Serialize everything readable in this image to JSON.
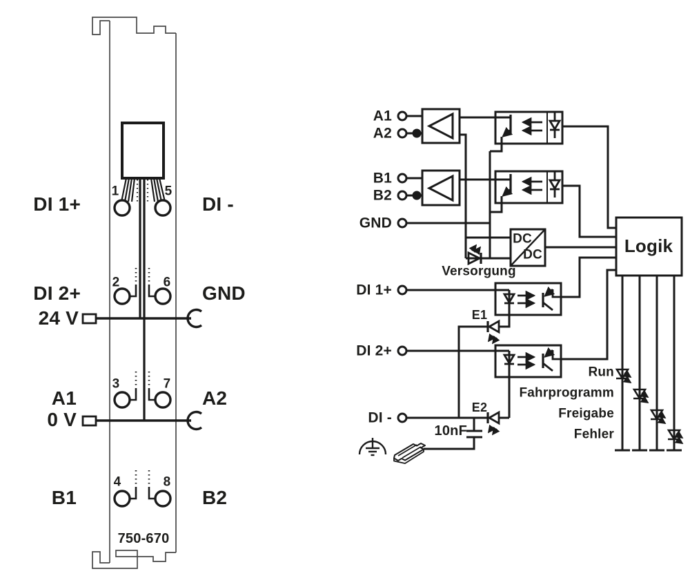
{
  "module": {
    "part_number": "750-670",
    "labels": {
      "di1_plus": "DI 1+",
      "di_minus": "DI -",
      "di2_plus": "DI 2+",
      "gnd": "GND",
      "v24": "24 V",
      "a1": "A1",
      "a2": "A2",
      "v0": "0 V",
      "b1": "B1",
      "b2": "B2"
    },
    "pin_numbers": [
      "1",
      "2",
      "3",
      "4",
      "5",
      "6",
      "7",
      "8"
    ]
  },
  "schematic": {
    "terminals": {
      "a1": "A1",
      "a2": "A2",
      "b1": "B1",
      "b2": "B2",
      "gnd": "GND",
      "di1_plus": "DI 1+",
      "di2_plus": "DI 2+",
      "di_minus": "DI -"
    },
    "logic_label": "Logik",
    "dcdc": {
      "top": "DC",
      "bottom": "DC"
    },
    "supply_led_label": "Versorgung",
    "diode_labels": {
      "e1": "E1",
      "e2": "E2"
    },
    "capacitor_value": "10nF",
    "status_leds": [
      "Run",
      "Fahrprogramm",
      "Freigabe",
      "Fehler"
    ],
    "line_color": "#1a1a1a"
  }
}
